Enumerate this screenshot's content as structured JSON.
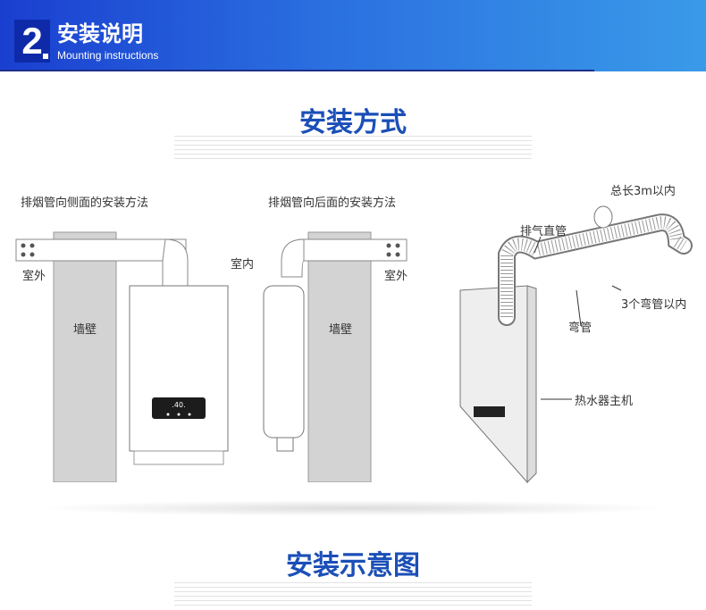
{
  "header": {
    "number": "2",
    "title": "安装说明",
    "subtitle": "Mounting instructions"
  },
  "section1": {
    "heading": "安装方式"
  },
  "side_install": {
    "caption": "排烟管向侧面的安装方法",
    "outdoor": "室外",
    "wall": "墙壁",
    "display": ".40."
  },
  "rear_install": {
    "caption": "排烟管向后面的安装方法",
    "indoor": "室内",
    "wall": "墙壁"
  },
  "perspective": {
    "total_length": "总长3m以内",
    "straight_pipe": "排气直管",
    "elbow": "弯管",
    "elbow_limit": "3个弯管以内",
    "heater_unit": "热水器主机"
  },
  "section2": {
    "heading": "安装示意图"
  }
}
